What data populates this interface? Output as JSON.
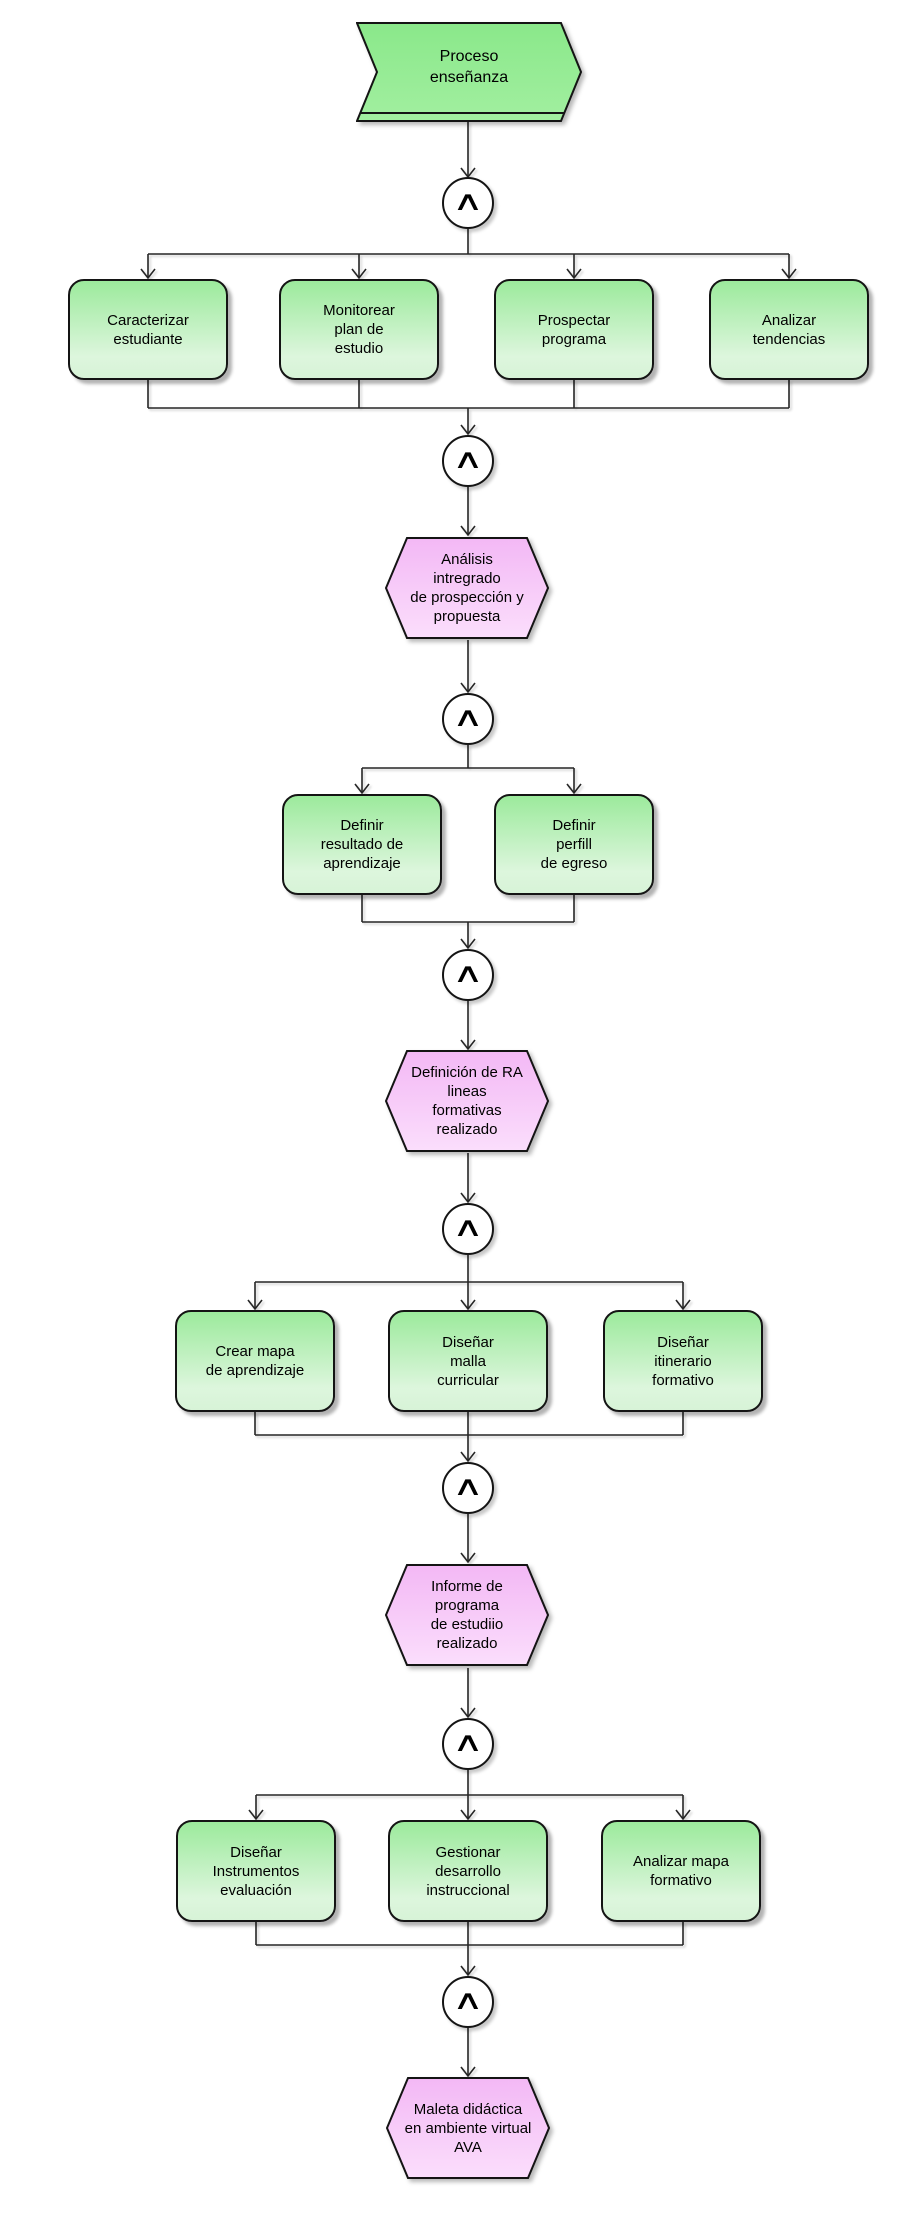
{
  "operator": {
    "symbol": "∧"
  },
  "colors": {
    "function_fill_top": "#9cea9c",
    "function_fill_bottom": "#ddf6dd",
    "event_fill_top": "#f3b8f5",
    "event_fill_bottom": "#fbdefc",
    "interface_fill_top": "#8ae88a",
    "interface_fill_bottom": "#a2efa0",
    "outline": "#141414",
    "connector": "#262626"
  },
  "start_interface": {
    "label": "Proceso\nenseñanza"
  },
  "functions": [
    {
      "label": "Caracterizar\nestudiante"
    },
    {
      "label": "Monitorear\nplan de\nestudio"
    },
    {
      "label": "Prospectar\nprograma"
    },
    {
      "label": "Analizar\ntendencias"
    },
    {
      "label": "Definir\nresultado de\naprendizaje"
    },
    {
      "label": "Definir\nperfill\nde egreso"
    },
    {
      "label": "Crear mapa\nde aprendizaje"
    },
    {
      "label": "Diseñar\nmalla\ncurricular"
    },
    {
      "label": "Diseñar\nitinerario\nformativo"
    },
    {
      "label": "Diseñar\nInstrumentos\nevaluación"
    },
    {
      "label": "Gestionar\ndesarrollo\ninstruccional"
    },
    {
      "label": "Analizar mapa\nformativo"
    }
  ],
  "events": [
    {
      "label": "Análisis\nintregrado\nde prospección y\npropuesta"
    },
    {
      "label": "Definición de RA\nlineas\nformativas\nrealizado"
    },
    {
      "label": "Informe de\nprograma\nde estudiio\nrealizado"
    },
    {
      "label": "Maleta didáctica\nen ambiente virtual\nAVA"
    }
  ]
}
